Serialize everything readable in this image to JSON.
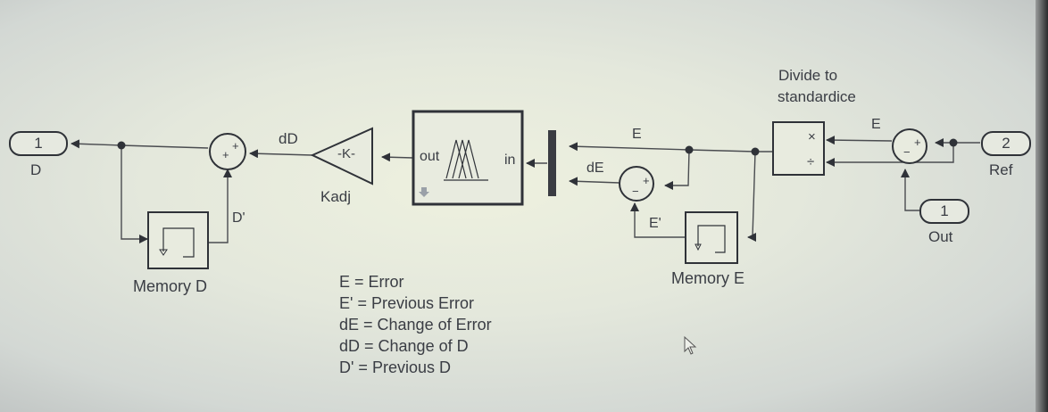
{
  "diagram": {
    "type": "simulink-block-diagram",
    "ports": {
      "out_d": {
        "number": "1",
        "label": "D"
      },
      "in_ref": {
        "number": "2",
        "label": "Ref"
      },
      "in_out": {
        "number": "1",
        "label": "Out"
      }
    },
    "blocks": {
      "memory_d": {
        "label": "Memory D"
      },
      "memory_e": {
        "label": "Memory E"
      },
      "gain": {
        "symbol": "-K-",
        "label": "Kadj"
      },
      "fuzzy": {
        "out_label": "out",
        "in_label": "in"
      },
      "divide": {
        "label_line1": "Divide to",
        "label_line2": "standardice",
        "mul_sign": "×",
        "div_sign": "÷"
      },
      "sum_d": {
        "signs": [
          "+",
          "+"
        ]
      },
      "sum_de": {
        "signs": [
          "+",
          "−"
        ]
      },
      "sum_e": {
        "signs": [
          "+",
          "−"
        ]
      }
    },
    "signals": {
      "dD": "dD",
      "D_prev": "D'",
      "E_top": "E",
      "dE": "dE",
      "E_prev": "E'",
      "E_right": "E"
    },
    "legend": [
      "E = Error",
      "E' = Previous Error",
      "dE = Change of Error",
      "dD = Change of D",
      "D' = Previous D"
    ]
  }
}
